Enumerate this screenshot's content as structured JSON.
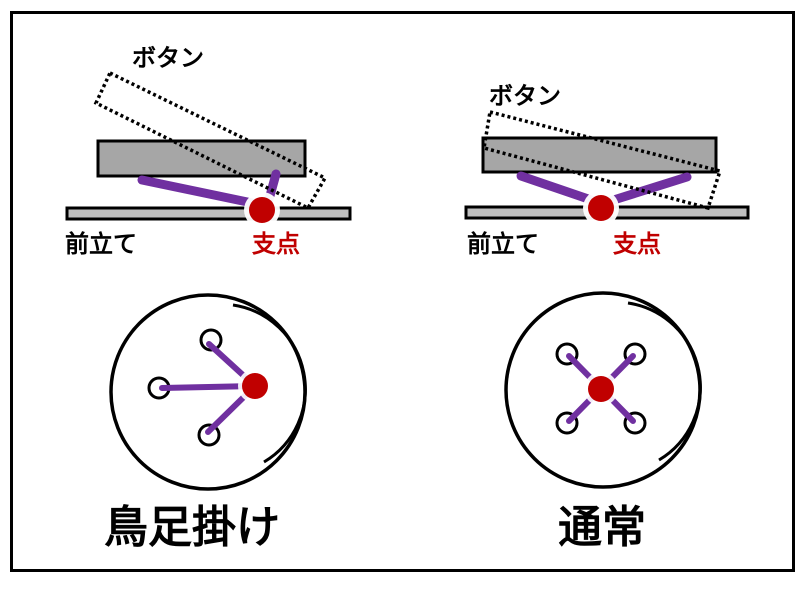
{
  "left_panel": {
    "button_label": "ボタン",
    "front_label": "前立て",
    "fulcrum_label": "支点",
    "caption": "鳥足掛け"
  },
  "right_panel": {
    "button_label": "ボタン",
    "front_label": "前立て",
    "fulcrum_label": "支点",
    "caption": "通常"
  },
  "colors": {
    "thread": "#7030a0",
    "fulcrum": "#c00000",
    "fulcrum_label": "#c00000",
    "button_fill": "#a6a6a6",
    "fabric_fill": "#bfbfbf",
    "outline": "#000000"
  }
}
